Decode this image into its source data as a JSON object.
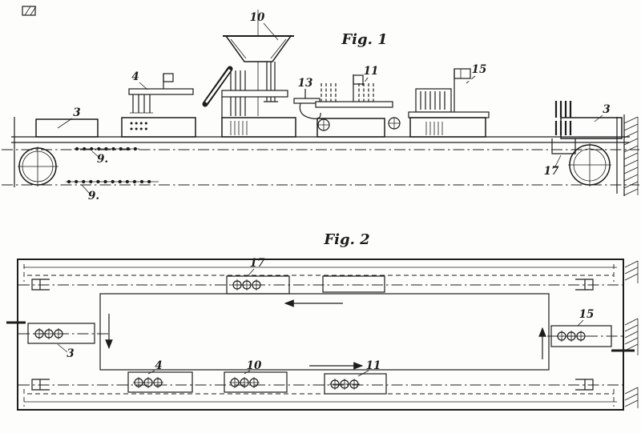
{
  "colors": {
    "ink": "#1d1d1d",
    "paper": "#fdfdfb"
  },
  "figure1": {
    "title": "Fig. 1",
    "labels": {
      "part3_left": "3",
      "part4": "4",
      "part9_upper": "9.",
      "part9_lower": "9.",
      "part10": "10",
      "part13": "13",
      "part11": "11",
      "part15": "15",
      "part3_right": "3",
      "part17": "17"
    }
  },
  "figure2": {
    "title": "Fig. 2",
    "labels": {
      "part17": "17",
      "part15": "15",
      "part3": "3",
      "part4": "4",
      "part10": "10",
      "part11": "11"
    }
  }
}
